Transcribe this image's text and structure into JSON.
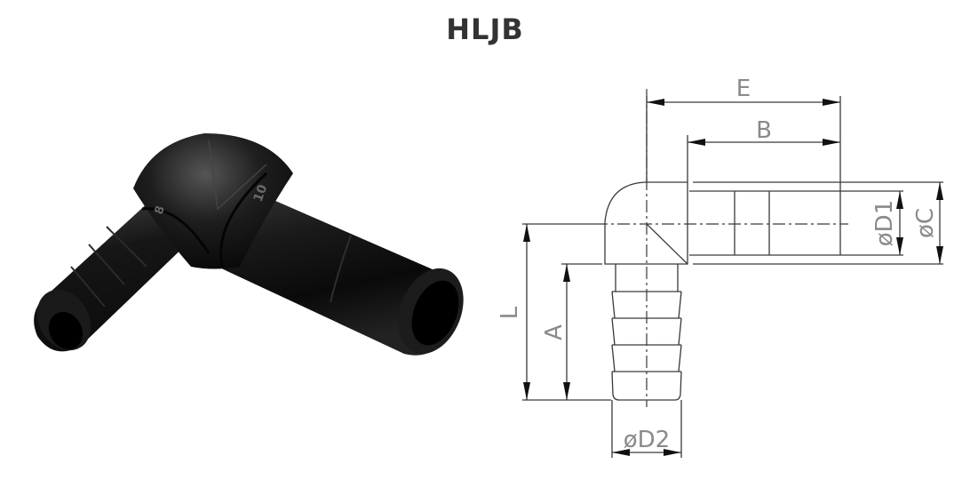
{
  "title": "HLJB",
  "photo": {
    "subject": "black plastic 90-degree elbow hose barb to stem fitting",
    "markings": {
      "barb_size": "8",
      "stem_size": "10"
    },
    "color": "#111111"
  },
  "drawing": {
    "line_color": "#3a3a3a",
    "label_color": "#8a8a8a",
    "dimensions": {
      "E": "E",
      "B": "B",
      "L": "L",
      "A": "A",
      "D1": "øD1",
      "C": "øC",
      "D2": "øD2"
    }
  }
}
